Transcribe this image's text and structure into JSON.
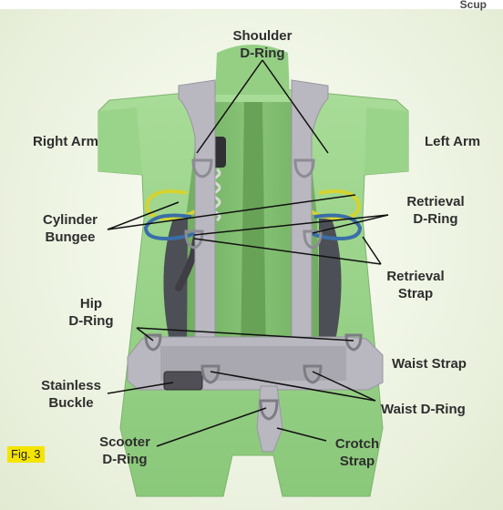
{
  "top_clipped_text": "Scup",
  "labels": {
    "shoulder_dring": [
      "Shoulder",
      "D-Ring"
    ],
    "right_arm": "Right Arm",
    "left_arm": "Left Arm",
    "cylinder_bungee": [
      "Cylinder",
      "Bungee"
    ],
    "retrieval_dring": [
      "Retrieval",
      "D-Ring"
    ],
    "retrieval_strap": [
      "Retrieval",
      "Strap"
    ],
    "hip_dring": [
      "Hip",
      "D-Ring"
    ],
    "waist_strap": "Waist Strap",
    "stainless_buckle": [
      "Stainless",
      "Buckle"
    ],
    "waist_dring": "Waist D-Ring",
    "scooter_dring": [
      "Scooter",
      "D-Ring"
    ],
    "crotch_strap": [
      "Crotch",
      "Strap"
    ]
  },
  "figure_label": "Fig. 3",
  "colors": {
    "suit_green": "#9fd490",
    "plate_green": "#7bb86a",
    "strap_gray": "#b9b7bf",
    "bungee_yellow": "#d6d330",
    "bungee_blue": "#3a6ea8",
    "dark_gray": "#4b4b52",
    "fig_label_bg": "#f4e400"
  }
}
